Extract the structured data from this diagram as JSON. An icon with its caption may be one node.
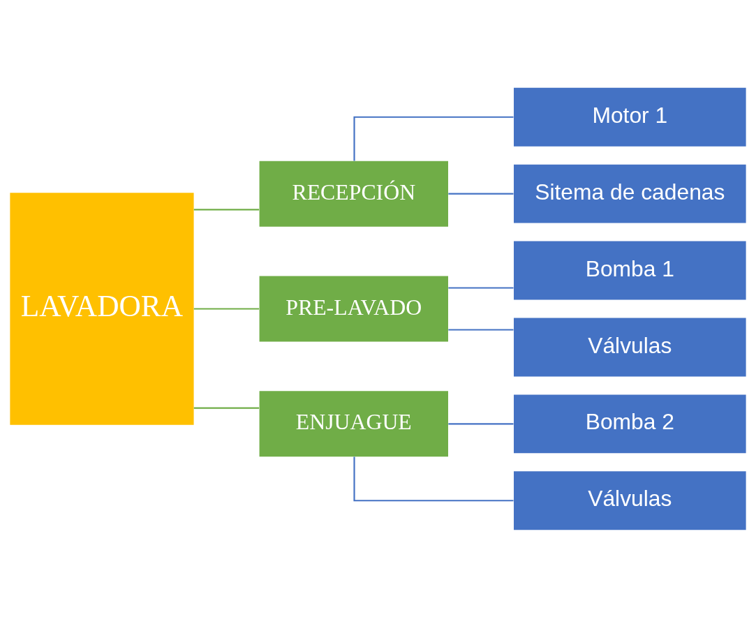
{
  "diagram": {
    "nodes": [
      {
        "text": [
          "LAVADORA"
        ]
      },
      {
        "text": [
          "RECEPCIÓN"
        ]
      },
      {
        "text": [
          "PRE-LAVADO"
        ]
      },
      {
        "text": [
          "ENJUAGUE"
        ]
      },
      {
        "text": [
          "Motor 1"
        ]
      },
      {
        "text": [
          "Sitema de cadenas"
        ]
      },
      {
        "text": [
          "Bomba 1"
        ]
      },
      {
        "text": [
          "Válvulas"
        ]
      },
      {
        "text": [
          "Bomba 2"
        ]
      },
      {
        "text": [
          "Válvulas"
        ]
      }
    ],
    "edges": [
      {
        "from": 0,
        "to": 1,
        "arrow": "none",
        "color": "#70ad47"
      },
      {
        "from": 0,
        "to": 2,
        "arrow": "none",
        "color": "#70ad47"
      },
      {
        "from": 0,
        "to": 3,
        "arrow": "none",
        "color": "#70ad47"
      },
      {
        "from": 1,
        "to": 4,
        "arrow": "none"
      },
      {
        "from": 1,
        "to": 5,
        "arrow": "none"
      },
      {
        "from": 2,
        "to": 6,
        "arrow": "none"
      },
      {
        "from": 2,
        "to": 7,
        "arrow": "none"
      },
      {
        "from": 3,
        "to": 8,
        "arrow": "none"
      },
      {
        "from": 3,
        "to": 9,
        "arrow": "none"
      }
    ]
  }
}
